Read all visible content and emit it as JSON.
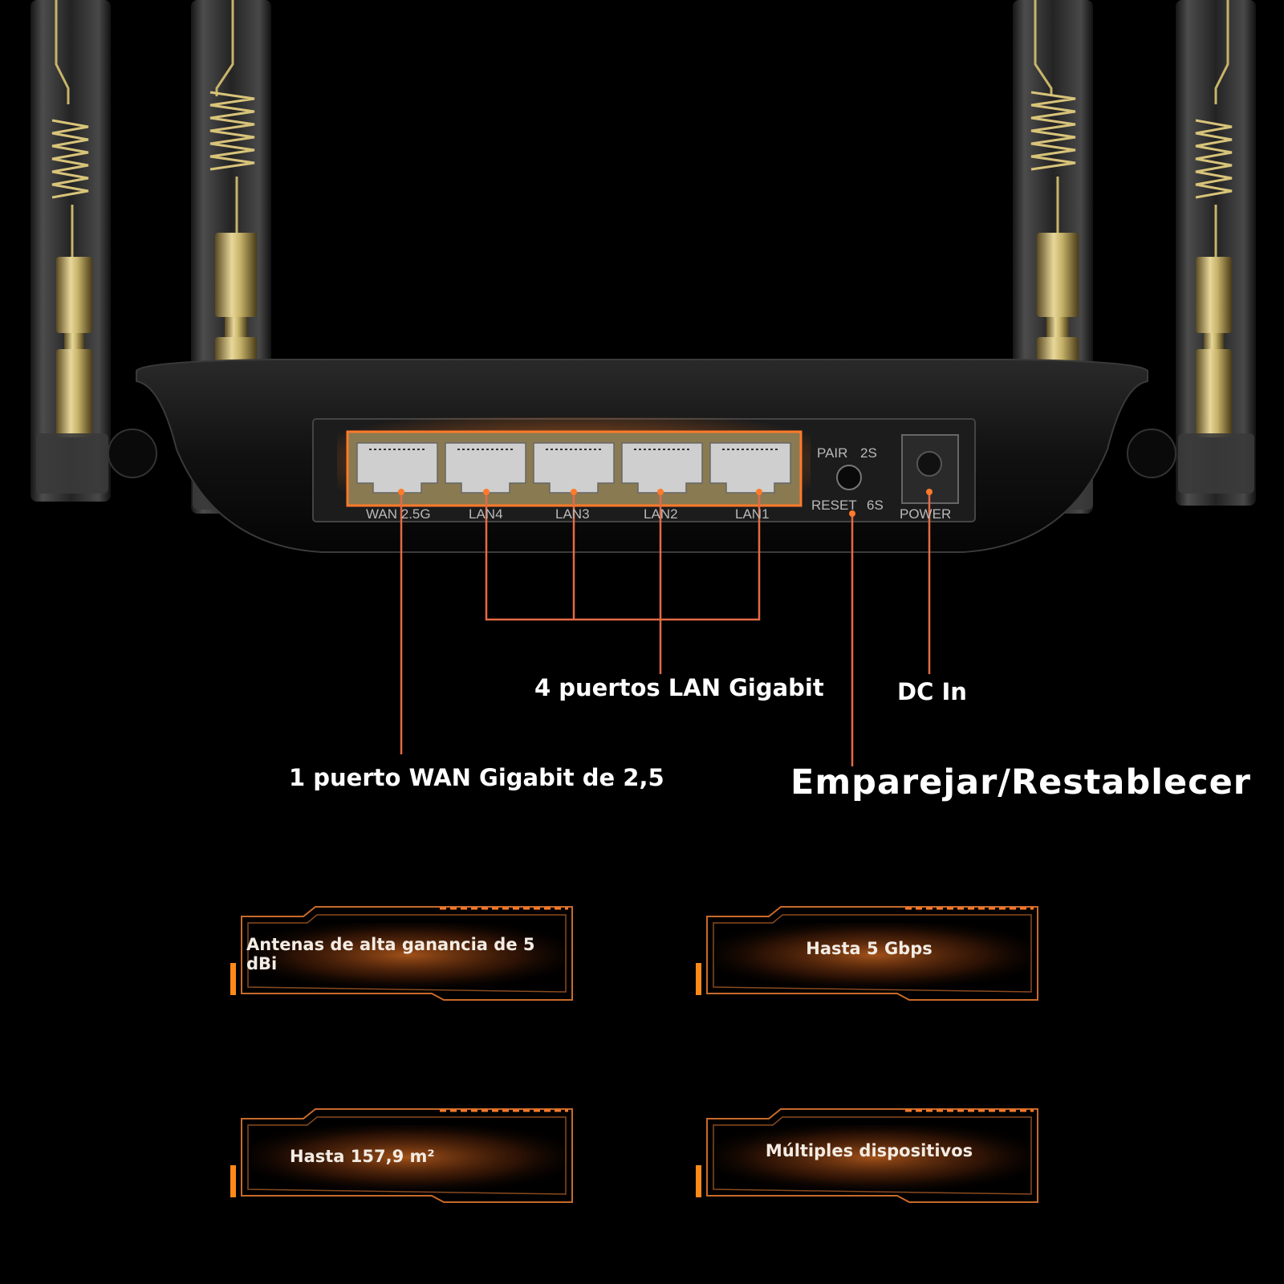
{
  "ports": {
    "wan": "WAN 2.5G",
    "lan4": "LAN4",
    "lan3": "LAN3",
    "lan2": "LAN2",
    "lan1": "LAN1",
    "pair": "PAIR",
    "pair_time": "2S",
    "reset": "RESET",
    "reset_time": "6S",
    "power": "POWER"
  },
  "callouts": {
    "lan": "4 puertos LAN Gigabit",
    "dc": "DC In",
    "wan": "1 puerto WAN Gigabit de 2,5",
    "pair_reset": "Emparejar/Restablecer"
  },
  "features": [
    {
      "text": "Antenas de alta ganancia de 5 dBi"
    },
    {
      "text": "Hasta 5 Gbps"
    },
    {
      "text": "Hasta 157,9 m²"
    },
    {
      "text": "Múltiples dispositivos"
    }
  ],
  "colors": {
    "accent": "#ff7a2a",
    "callout_line": "#e46a45",
    "background": "#000000"
  }
}
